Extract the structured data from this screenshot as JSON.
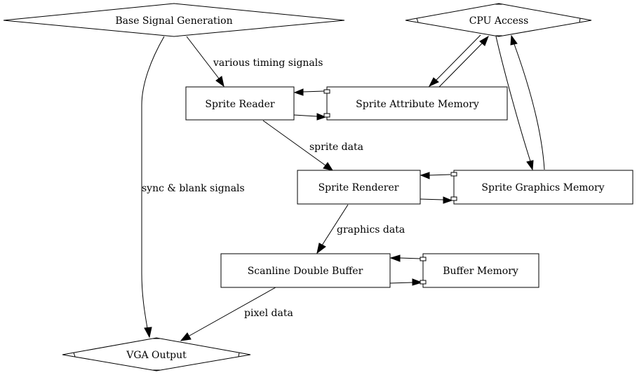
{
  "diagram": {
    "nodes": {
      "base_signal": {
        "label": "Base Signal Generation",
        "shape": "diamond"
      },
      "cpu_access": {
        "label": "CPU Access",
        "shape": "mdiamond"
      },
      "sprite_reader": {
        "label": "Sprite Reader",
        "shape": "box"
      },
      "sprite_attr_mem": {
        "label": "Sprite Attribute Memory",
        "shape": "box"
      },
      "sprite_renderer": {
        "label": "Sprite Renderer",
        "shape": "box"
      },
      "sprite_gfx_mem": {
        "label": "Sprite Graphics Memory",
        "shape": "box"
      },
      "scanline_buffer": {
        "label": "Scanline Double Buffer",
        "shape": "box"
      },
      "buffer_mem": {
        "label": "Buffer Memory",
        "shape": "box"
      },
      "vga_output": {
        "label": "VGA Output",
        "shape": "mdiamond"
      }
    },
    "edge_labels": {
      "timing": "various timing signals",
      "sync": "sync & blank signals",
      "sprite_data": "sprite data",
      "graphics_data": "graphics data",
      "pixel_data": "pixel data"
    },
    "edges": [
      {
        "from": "Base Signal Generation",
        "to": "Sprite Reader",
        "label": "various timing signals"
      },
      {
        "from": "Base Signal Generation",
        "to": "VGA Output",
        "label": "sync & blank signals"
      },
      {
        "from": "Sprite Reader",
        "to": "Sprite Renderer",
        "label": "sprite data"
      },
      {
        "from": "Sprite Renderer",
        "to": "Scanline Double Buffer",
        "label": "graphics data"
      },
      {
        "from": "Scanline Double Buffer",
        "to": "VGA Output",
        "label": "pixel data"
      },
      {
        "from": "Sprite Attribute Memory",
        "to": "Sprite Reader",
        "label": ""
      },
      {
        "from": "Sprite Reader",
        "to": "Sprite Attribute Memory",
        "label": ""
      },
      {
        "from": "Sprite Graphics Memory",
        "to": "Sprite Renderer",
        "label": ""
      },
      {
        "from": "Sprite Renderer",
        "to": "Sprite Graphics Memory",
        "label": ""
      },
      {
        "from": "Buffer Memory",
        "to": "Scanline Double Buffer",
        "label": ""
      },
      {
        "from": "Scanline Double Buffer",
        "to": "Buffer Memory",
        "label": ""
      },
      {
        "from": "CPU Access",
        "to": "Sprite Attribute Memory",
        "label": ""
      },
      {
        "from": "Sprite Attribute Memory",
        "to": "CPU Access",
        "label": ""
      },
      {
        "from": "CPU Access",
        "to": "Sprite Graphics Memory",
        "label": ""
      },
      {
        "from": "Sprite Graphics Memory",
        "to": "CPU Access",
        "label": ""
      }
    ]
  }
}
